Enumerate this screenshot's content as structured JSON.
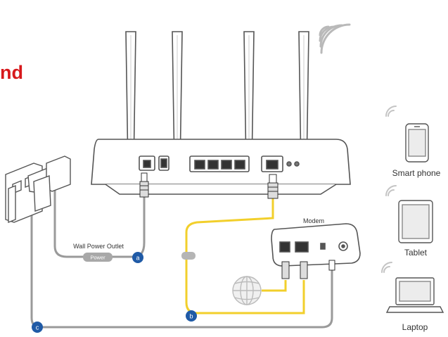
{
  "heading": "nd",
  "labels": {
    "wall_power_outlet": "Wall Power Outlet",
    "power": "Power",
    "modem": "Modem",
    "smart_phone": "Smart phone",
    "tablet": "Tablet",
    "laptop": "Laptop"
  },
  "markers": {
    "a": "a",
    "b": "b",
    "c": "c"
  },
  "colors": {
    "heading_red": "#d7191c",
    "ethernet_yellow": "#f2cf2b",
    "marker_blue": "#1f5aa6",
    "line_gray": "#9a9a9a",
    "device_outline": "#555555"
  },
  "icons": [
    "wifi-icon",
    "globe-icon",
    "router-icon",
    "modem-icon",
    "smartphone-icon",
    "tablet-icon",
    "laptop-icon",
    "power-adapter-icon"
  ]
}
